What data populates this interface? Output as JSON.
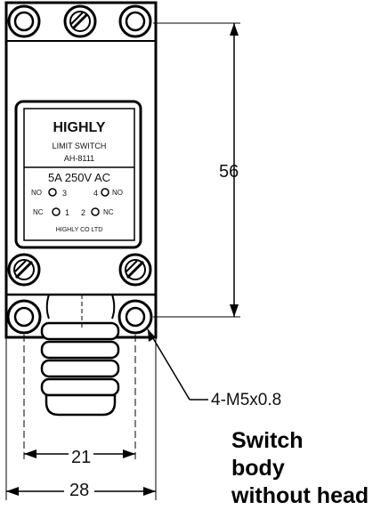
{
  "nameplate": {
    "brand": "HIGHLY",
    "product_line1": "LIMIT SWITCH",
    "model": "AH-8111",
    "rating": "5A 250V AC",
    "no_row_left": "NO",
    "no_row_num1": "3",
    "no_row_num2": "4",
    "no_row_right": "NO",
    "nc_row_left": "NC",
    "nc_row_num1": "1",
    "nc_row_num2": "2",
    "nc_row_right": "NC",
    "maker": "HIGHLY CO LTD"
  },
  "dimensions": {
    "height": "56",
    "hole_spacing": "21",
    "width": "28"
  },
  "callout": {
    "thread": "4-M5x0.8"
  },
  "caption": {
    "line1": "Switch",
    "line2": "body",
    "line3": "without head"
  }
}
